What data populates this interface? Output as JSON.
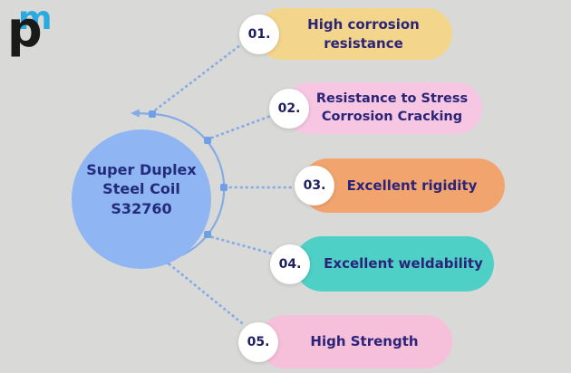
{
  "canvas": {
    "background": "#d9d9d7"
  },
  "logo": {
    "letter_m": "m",
    "letter_p": "p",
    "m_color": "#29abe2",
    "p_color": "#1a1a1a"
  },
  "center_circle": {
    "title_lines": [
      "Super Duplex",
      "Steel Coil S32760"
    ],
    "background": "#8fb6f2",
    "text_color": "#232b7c"
  },
  "features": [
    {
      "number": "01.",
      "label": "High corrosion resistance",
      "color": "#f3d58c"
    },
    {
      "number": "02.",
      "label": "Resistance to Stress Corrosion Cracking",
      "color": "#f7c6e2"
    },
    {
      "number": "03.",
      "label": "Excellent rigidity",
      "color": "#f2a46f"
    },
    {
      "number": "04.",
      "label": "Excellent weldability",
      "color": "#4ed0c6"
    },
    {
      "number": "05.",
      "label": "High Strength",
      "color": "#f6c0da"
    }
  ],
  "connectors": {
    "line_color": "#84abe4",
    "node_color": "#6f9fe6"
  },
  "text": {
    "number_color": "#20205e",
    "label_color": "#2b2478"
  }
}
